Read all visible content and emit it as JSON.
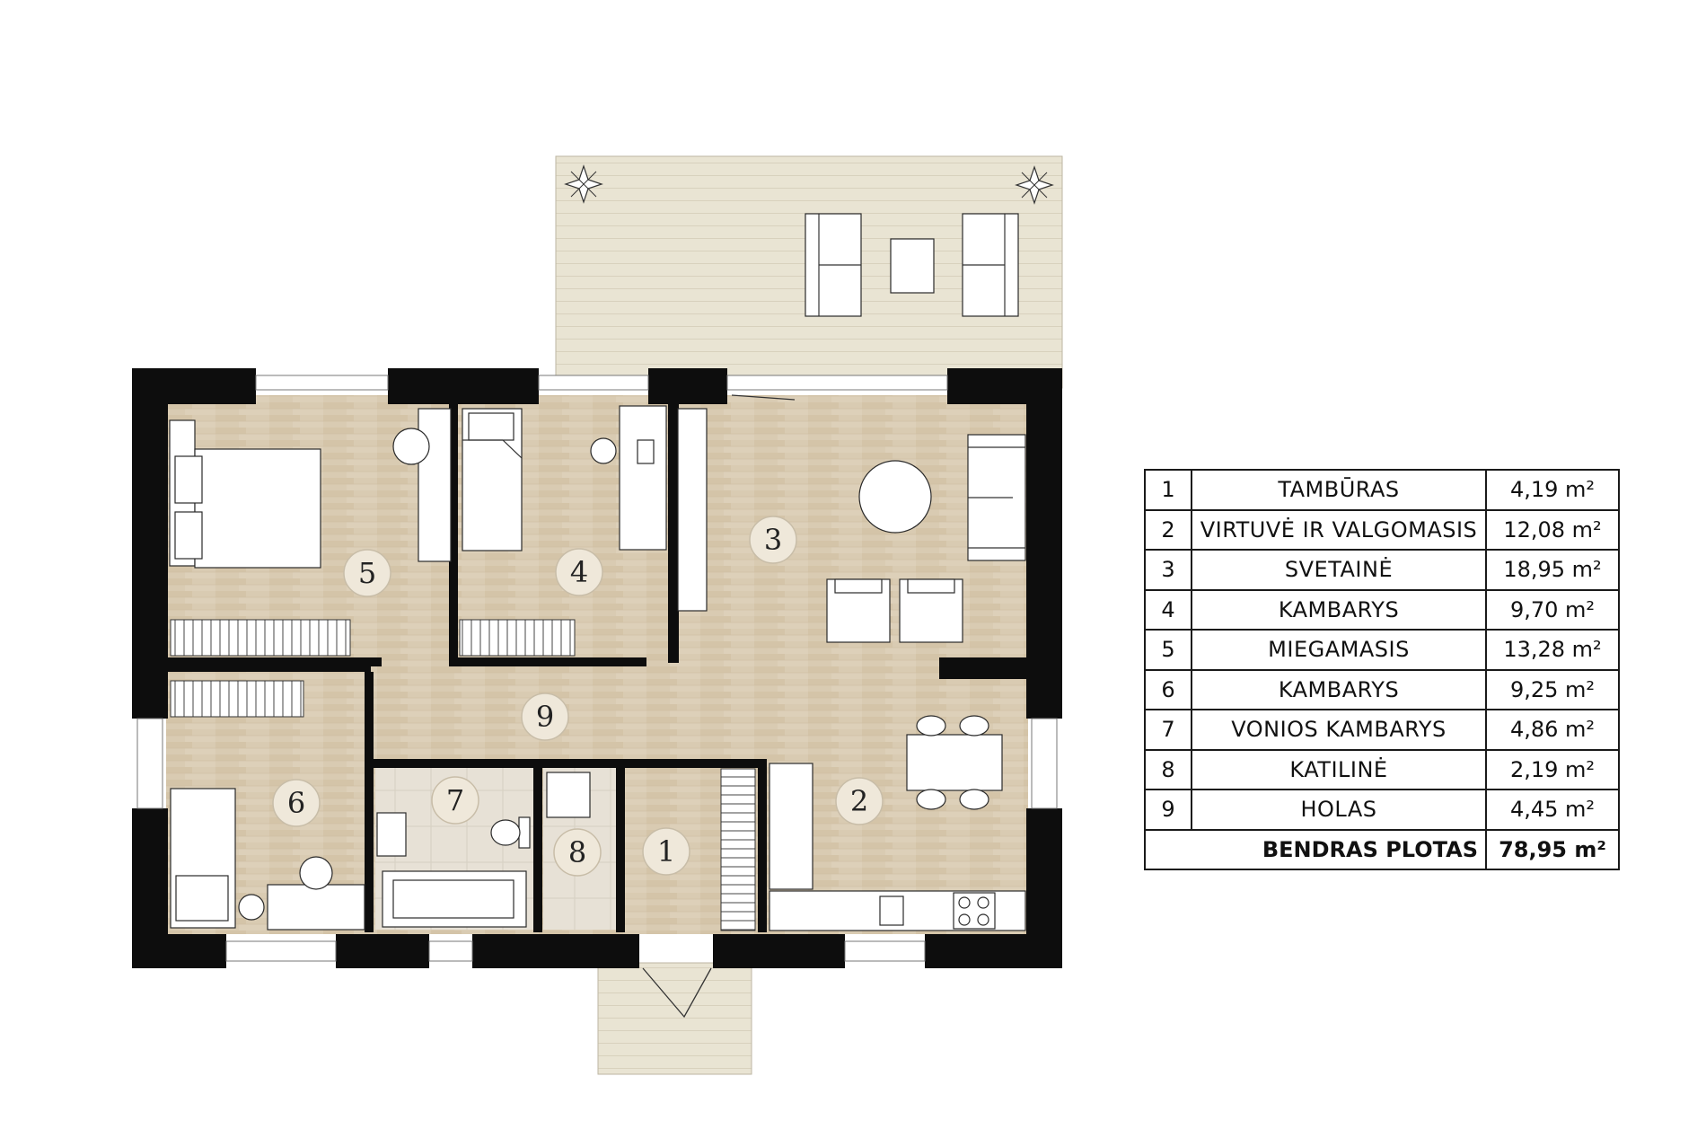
{
  "rooms": [
    {
      "no": "1",
      "name": "TAMBŪRAS",
      "area": "4,19 m²"
    },
    {
      "no": "2",
      "name": "VIRTUVĖ IR VALGOMASIS",
      "area": "12,08 m²"
    },
    {
      "no": "3",
      "name": "SVETAINĖ",
      "area": "18,95 m²"
    },
    {
      "no": "4",
      "name": "KAMBARYS",
      "area": "9,70 m²"
    },
    {
      "no": "5",
      "name": "MIEGAMASIS",
      "area": "13,28 m²"
    },
    {
      "no": "6",
      "name": "KAMBARYS",
      "area": "9,25 m²"
    },
    {
      "no": "7",
      "name": "VONIOS KAMBARYS",
      "area": "4,86 m²"
    },
    {
      "no": "8",
      "name": "KATILINĖ",
      "area": "2,19 m²"
    },
    {
      "no": "9",
      "name": "HOLAS",
      "area": "4,45 m²"
    }
  ],
  "total": {
    "label": "BENDRAS PLOTAS",
    "area": "78,95 m²"
  },
  "plan_labels": {
    "r1": "1",
    "r2": "2",
    "r3": "3",
    "r4": "4",
    "r5": "5",
    "r6": "6",
    "r7": "7",
    "r8": "8",
    "r9": "9"
  },
  "colors": {
    "wall": "#0d0d0d",
    "floor_wood": "#d9cbb2",
    "floor_tile": "#e6e1d8",
    "terrace": "#e8e3d2"
  }
}
